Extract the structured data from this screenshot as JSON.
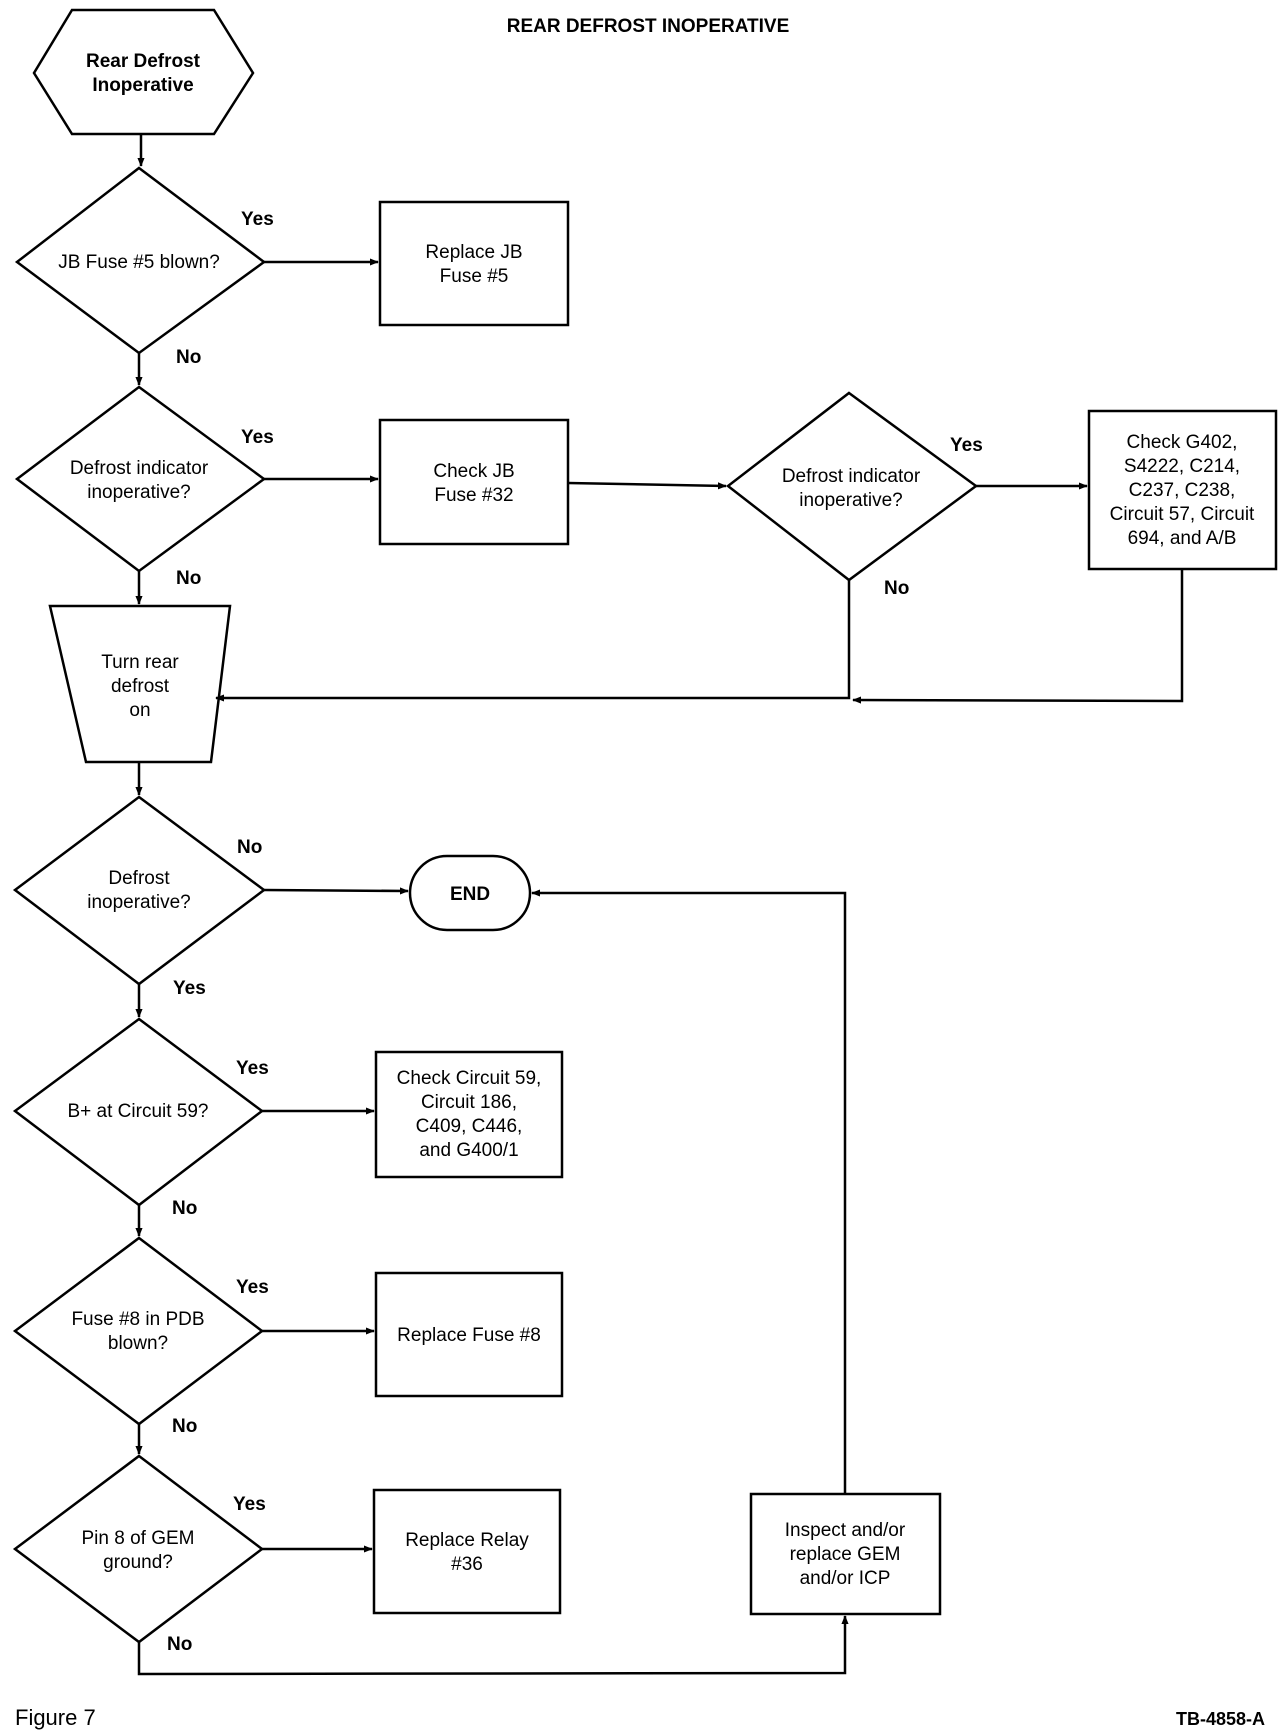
{
  "title": "REAR DEFROST INOPERATIVE",
  "figure_label": "Figure 7",
  "code": "TB-4858-A",
  "nodes": {
    "start": [
      "Rear Defrost",
      "Inoperative"
    ],
    "d_fuse5": [
      "JB Fuse #5 blown?"
    ],
    "r_fuse5": [
      "Replace JB",
      "Fuse #5"
    ],
    "d_ind1": [
      "Defrost indicator",
      "inoperative?"
    ],
    "r_fuse32": [
      "Check JB",
      "Fuse #32"
    ],
    "d_ind2": [
      "Defrost indicator",
      "inoperative?"
    ],
    "r_check_g402": [
      "Check G402,",
      "S4222, C214,",
      "C237, C238,",
      "Circuit 57, Circuit",
      "694, and A/B"
    ],
    "turn_on": [
      "Turn rear",
      "defrost",
      "on"
    ],
    "d_defrost": [
      "Defrost",
      "inoperative?"
    ],
    "end": [
      "END"
    ],
    "d_bplus": [
      "B+ at Circuit 59?"
    ],
    "r_circuit59": [
      "Check Circuit 59,",
      "Circuit 186,",
      "C409, C446,",
      "and G400/1"
    ],
    "d_fuse8": [
      "Fuse #8 in PDB",
      "blown?"
    ],
    "r_fuse8": [
      "Replace Fuse #8"
    ],
    "d_pin8": [
      "Pin 8 of GEM",
      "ground?"
    ],
    "r_relay36": [
      "Replace Relay",
      "#36"
    ],
    "r_gem": [
      "Inspect and/or",
      "replace GEM",
      "and/or ICP"
    ]
  },
  "edge_labels": {
    "yes": "Yes",
    "no": "No"
  }
}
